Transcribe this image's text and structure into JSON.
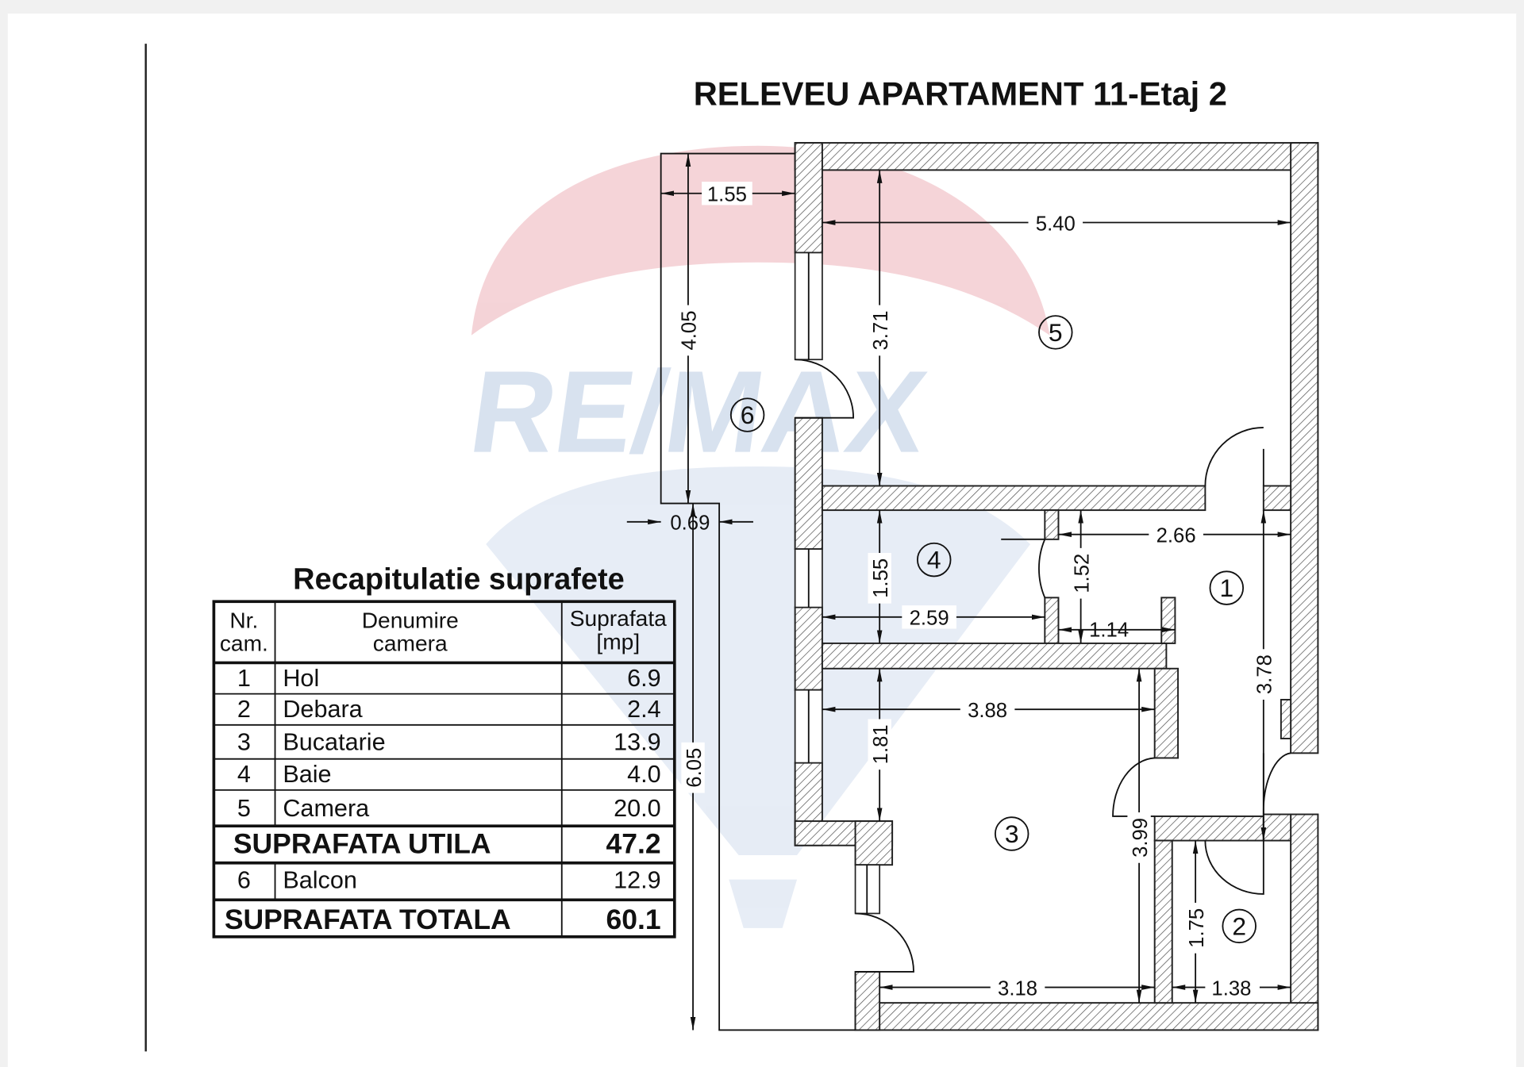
{
  "title": "RELEVEU APARTAMENT 11-Etaj 2",
  "watermark": "RE/MAX",
  "colors": {
    "watermark_red": "#e8a0a8",
    "watermark_blue": "#a9bfdc",
    "ink": "#111111"
  },
  "room_markers": [
    "1",
    "2",
    "3",
    "4",
    "5",
    "6"
  ],
  "dimensions": [
    "1.55",
    "5.40",
    "4.05",
    "3.71",
    "0.69",
    "2.66",
    "1.55",
    "1.52",
    "2.59",
    "1.14",
    "3.78",
    "3.88",
    "1.81",
    "6.05",
    "3.99",
    "1.75",
    "3.18",
    "1.38"
  ],
  "summary": {
    "heading": "Recapitulatie suprafete",
    "headers": {
      "nr_line1": "Nr.",
      "nr_line2": "cam.",
      "name_line1": "Denumire",
      "name_line2": "camera",
      "area_line1": "Suprafata",
      "area_line2": "[mp]"
    },
    "rows": [
      {
        "nr": "1",
        "name": "Hol",
        "area": "6.9"
      },
      {
        "nr": "2",
        "name": "Debara",
        "area": "2.4"
      },
      {
        "nr": "3",
        "name": "Bucatarie",
        "area": "13.9"
      },
      {
        "nr": "4",
        "name": "Baie",
        "area": "4.0"
      },
      {
        "nr": "5",
        "name": "Camera",
        "area": "20.0"
      }
    ],
    "useful_label": "SUPRAFATA UTILA",
    "useful_value": "47.2",
    "balcony": {
      "nr": "6",
      "name": "Balcon",
      "area": "12.9"
    },
    "total_label": "SUPRAFATA TOTALA",
    "total_value": "60.1"
  }
}
